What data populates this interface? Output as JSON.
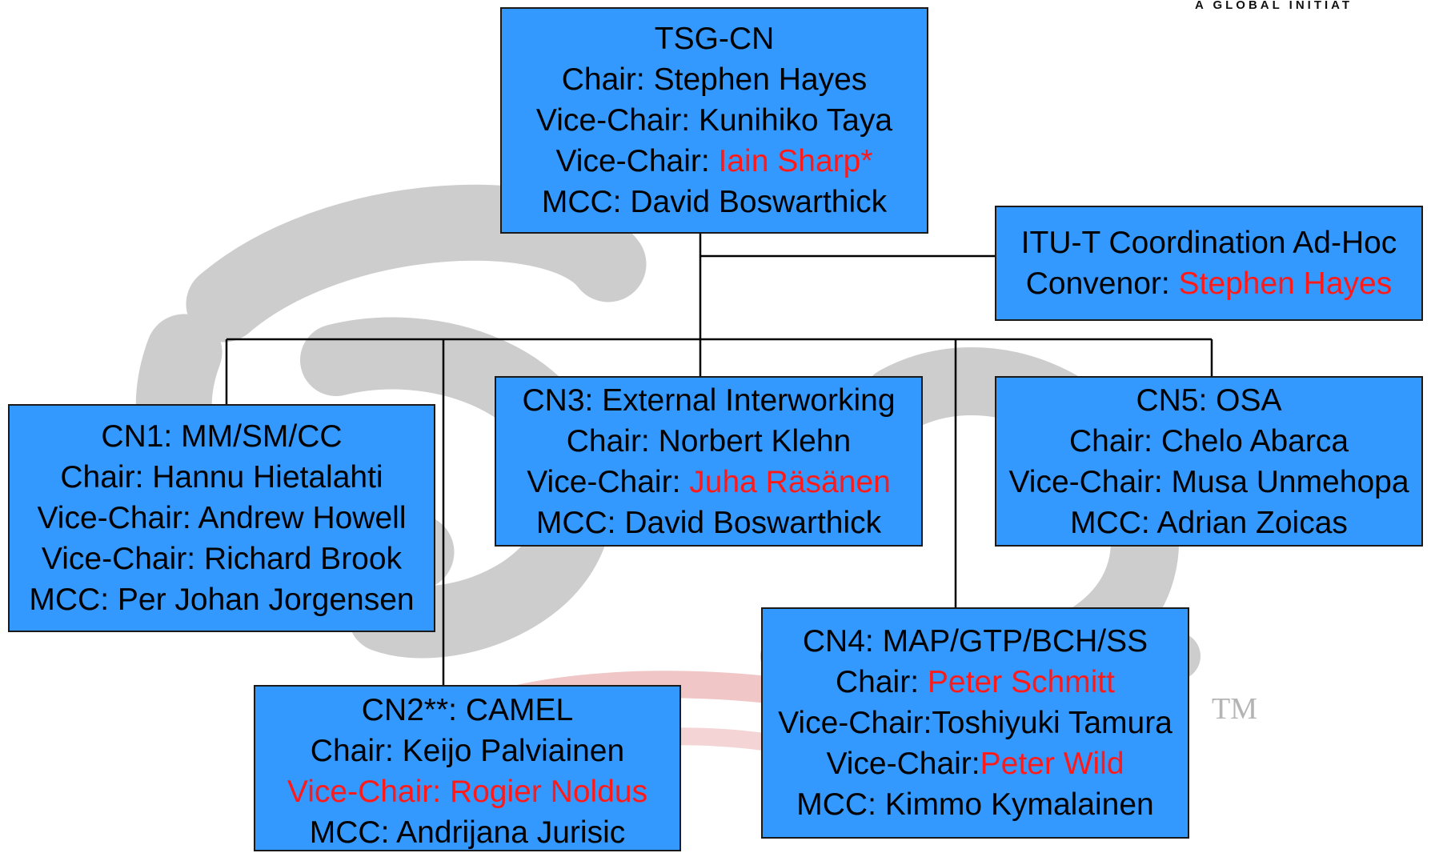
{
  "header": {
    "text": "A GLOBAL INITIAT"
  },
  "trademark": "TM",
  "colors": {
    "box_fill": "#3399ff",
    "highlight": "#ff1a1a",
    "connector": "#000000",
    "watermark": "#c8c8c8"
  },
  "boxes": {
    "tsg_cn": {
      "title": "TSG-CN",
      "chair_label": "Chair: ",
      "chair": "Stephen Hayes",
      "vice1_label": "Vice-Chair: ",
      "vice1": "Kunihiko Taya",
      "vice2_label": "Vice-Chair: ",
      "vice2": "Iain Sharp*",
      "mcc_label": "MCC: ",
      "mcc": "David Boswarthick"
    },
    "itu": {
      "title": "ITU-T Coordination Ad-Hoc",
      "convenor_label": "Convenor: ",
      "convenor": "Stephen Hayes"
    },
    "cn1": {
      "title": "CN1: MM/SM/CC",
      "chair_label": "Chair: ",
      "chair": "Hannu Hietalahti",
      "vice1_label": "Vice-Chair: ",
      "vice1": "Andrew Howell",
      "vice2_label": "Vice-Chair: ",
      "vice2": "Richard Brook",
      "mcc_label": "MCC: ",
      "mcc": "Per Johan Jorgensen"
    },
    "cn2": {
      "title": "CN2**: CAMEL",
      "chair_label": "Chair: ",
      "chair": "Keijo Palviainen",
      "vice1_label": "Vice-Chair: ",
      "vice1": "Rogier Noldus",
      "mcc_label": "MCC: ",
      "mcc": "Andrijana Jurisic"
    },
    "cn3": {
      "title": "CN3: External Interworking",
      "chair_label": "Chair: ",
      "chair": "Norbert Klehn",
      "vice1_label": "Vice-Chair: ",
      "vice1": "Juha Räsänen",
      "mcc_label": "MCC: ",
      "mcc": "David Boswarthick"
    },
    "cn4": {
      "title": "CN4: MAP/GTP/BCH/SS",
      "chair_label": "Chair: ",
      "chair": "Peter Schmitt",
      "vice1_label": "Vice-Chair:",
      "vice1": "Toshiyuki Tamura",
      "vice2_label": "Vice-Chair:",
      "vice2": "Peter Wild",
      "mcc_label": "MCC: ",
      "mcc": "Kimmo Kymalainen"
    },
    "cn5": {
      "title": "CN5: OSA",
      "chair_label": "Chair: ",
      "chair": "Chelo Abarca",
      "vice1_label": "Vice-Chair: ",
      "vice1": "Musa Unmehopa",
      "mcc_label": "MCC: ",
      "mcc": "Adrian Zoicas"
    }
  }
}
